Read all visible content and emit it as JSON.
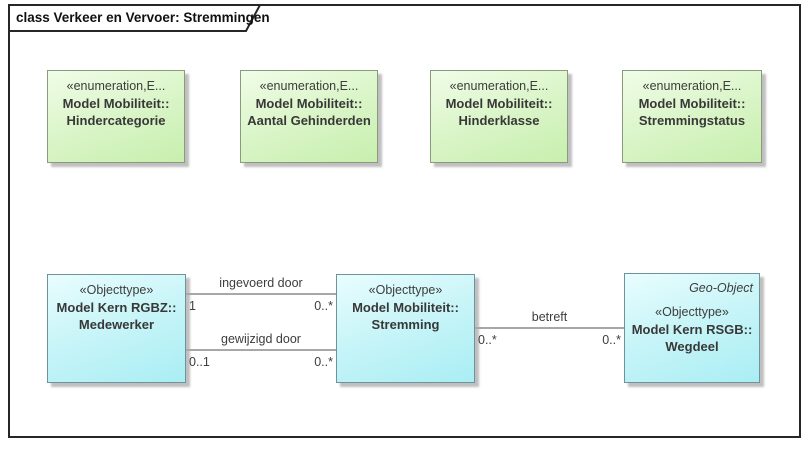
{
  "diagram": {
    "title": "class Verkeer en Vervoer: Stremmingen"
  },
  "enumerations": [
    {
      "stereotype": "«enumeration,E...",
      "package": "Model Mobiliteit::",
      "name": "Hindercategorie"
    },
    {
      "stereotype": "«enumeration,E...",
      "package": "Model Mobiliteit::",
      "name": "Aantal Gehinderden"
    },
    {
      "stereotype": "«enumeration,E...",
      "package": "Model Mobiliteit::",
      "name": "Hinderklasse"
    },
    {
      "stereotype": "«enumeration,E...",
      "package": "Model Mobiliteit::",
      "name": "Stremmingstatus"
    }
  ],
  "classes": [
    {
      "stereotype": "«Objecttype»",
      "package": "Model Kern RGBZ::",
      "name": "Medewerker"
    },
    {
      "stereotype": "«Objecttype»",
      "package": "Model Mobiliteit::",
      "name": "Stremming"
    },
    {
      "annotation": "Geo-Object",
      "stereotype": "«Objecttype»",
      "package": "Model Kern RSGB::",
      "name": "Wegdeel"
    }
  ],
  "associations": [
    {
      "label": "ingevoerd door",
      "source_multiplicity": "1",
      "target_multiplicity": "0..*"
    },
    {
      "label": "gewijzigd door",
      "source_multiplicity": "0..1",
      "target_multiplicity": "0..*"
    },
    {
      "label": "betreft",
      "source_multiplicity": "0..*",
      "target_multiplicity": "0..*"
    }
  ],
  "colors": {
    "enum_fill_light": "#f0fde8",
    "enum_fill_dark": "#c7efae",
    "enum_border": "#8a9b7d",
    "class_fill_light": "#e9fdfe",
    "class_fill_dark": "#a9eef4",
    "class_border": "#6e939c",
    "connector": "#8a8a8a",
    "frame": "#262626",
    "text": "#3d3d3d"
  }
}
